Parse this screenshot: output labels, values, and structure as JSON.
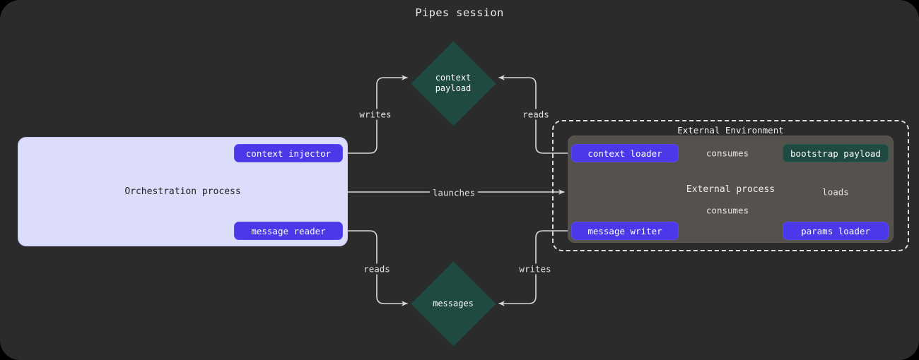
{
  "title": "Pipes session",
  "colors": {
    "background": "#2b2b2b",
    "orchestration_fill": "#dcdcfb",
    "op_pill": "#4b38e8",
    "asset_teal": "#1e4a41",
    "external_process_fill": "#55514c",
    "edge": "#d8d8d8",
    "text_light": "#ffffff",
    "text_dark": "#1c1c1c"
  },
  "clusters": {
    "orchestration": {
      "label": "Orchestration process"
    },
    "external_environment": {
      "label": "External Environment"
    },
    "external_process": {
      "label": "External process"
    }
  },
  "nodes": {
    "context_injector": {
      "label": "context injector",
      "kind": "op"
    },
    "message_reader": {
      "label": "message reader",
      "kind": "op"
    },
    "context_loader": {
      "label": "context loader",
      "kind": "op"
    },
    "message_writer": {
      "label": "message writer",
      "kind": "op"
    },
    "params_loader": {
      "label": "params loader",
      "kind": "op"
    },
    "bootstrap_payload": {
      "label": "bootstrap payload",
      "kind": "asset"
    },
    "context_payload": {
      "label": "context\npayload",
      "kind": "diamond"
    },
    "messages": {
      "label": "messages",
      "kind": "diamond"
    }
  },
  "edges": [
    {
      "id": "writes-context",
      "label": "writes",
      "from": "context_injector",
      "to": "context_payload"
    },
    {
      "id": "reads-context",
      "label": "reads",
      "from": "context_payload",
      "to": "context_loader"
    },
    {
      "id": "launches",
      "label": "launches",
      "from": "orchestration",
      "to": "external_environment"
    },
    {
      "id": "reads-messages",
      "label": "reads",
      "from": "messages",
      "to": "message_reader"
    },
    {
      "id": "writes-messages",
      "label": "writes",
      "from": "message_writer",
      "to": "messages"
    },
    {
      "id": "consumes-context",
      "label": "consumes",
      "from": "context_loader",
      "to": "bootstrap_payload"
    },
    {
      "id": "consumes-messages",
      "label": "consumes",
      "from": "message_writer",
      "to": "bootstrap_payload"
    },
    {
      "id": "loads-params",
      "label": "loads",
      "from": "params_loader",
      "to": "bootstrap_payload"
    }
  ]
}
